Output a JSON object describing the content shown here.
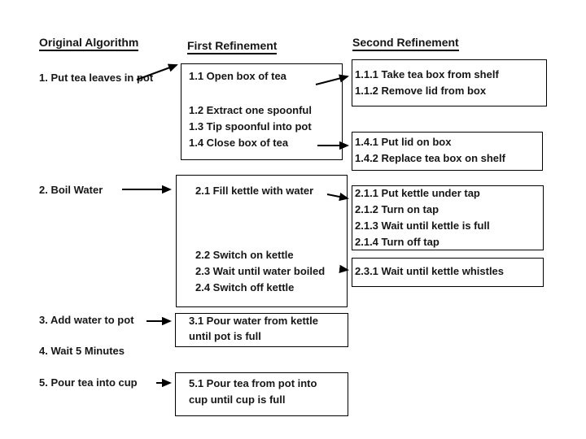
{
  "title": "Stepwise refinement of tea-making algorithm",
  "colors": {
    "background": "#ffffff",
    "line": "#000000",
    "text": "#161616"
  },
  "headers": {
    "original": "Original Algorithm",
    "first": "First Refinement",
    "second": "Second Refinement"
  },
  "original_steps": [
    "1. Put tea leaves in pot",
    "2. Boil Water",
    "3. Add water to pot",
    "4. Wait 5 Minutes",
    "5. Pour tea into cup"
  ],
  "first_refinement_boxes": [
    {
      "lines": [
        "1.1 Open box of tea",
        "1.2 Extract one spoonful",
        "1.3 Tip spoonful into pot",
        "1.4 Close box of tea"
      ]
    },
    {
      "lines": [
        "2.1 Fill kettle with water",
        "2.2 Switch on kettle",
        "2.3 Wait until water boiled",
        "2.4 Switch off kettle"
      ]
    },
    {
      "lines": [
        "3.1 Pour water from kettle",
        "until pot is full"
      ]
    },
    {
      "lines": [
        "5.1 Pour tea from pot into",
        "cup until cup is full"
      ]
    }
  ],
  "second_refinement_boxes": [
    {
      "lines": [
        "1.1.1 Take tea box from shelf",
        "1.1.2 Remove lid from box"
      ]
    },
    {
      "lines": [
        "1.4.1 Put lid on box",
        "1.4.2 Replace tea box on shelf"
      ]
    },
    {
      "lines": [
        "2.1.1 Put kettle under tap",
        "2.1.2 Turn on tap",
        "2.1.3 Wait until kettle is full",
        "2.1.4 Turn off tap"
      ]
    },
    {
      "lines": [
        "2.3.1 Wait until kettle whistles"
      ]
    }
  ]
}
